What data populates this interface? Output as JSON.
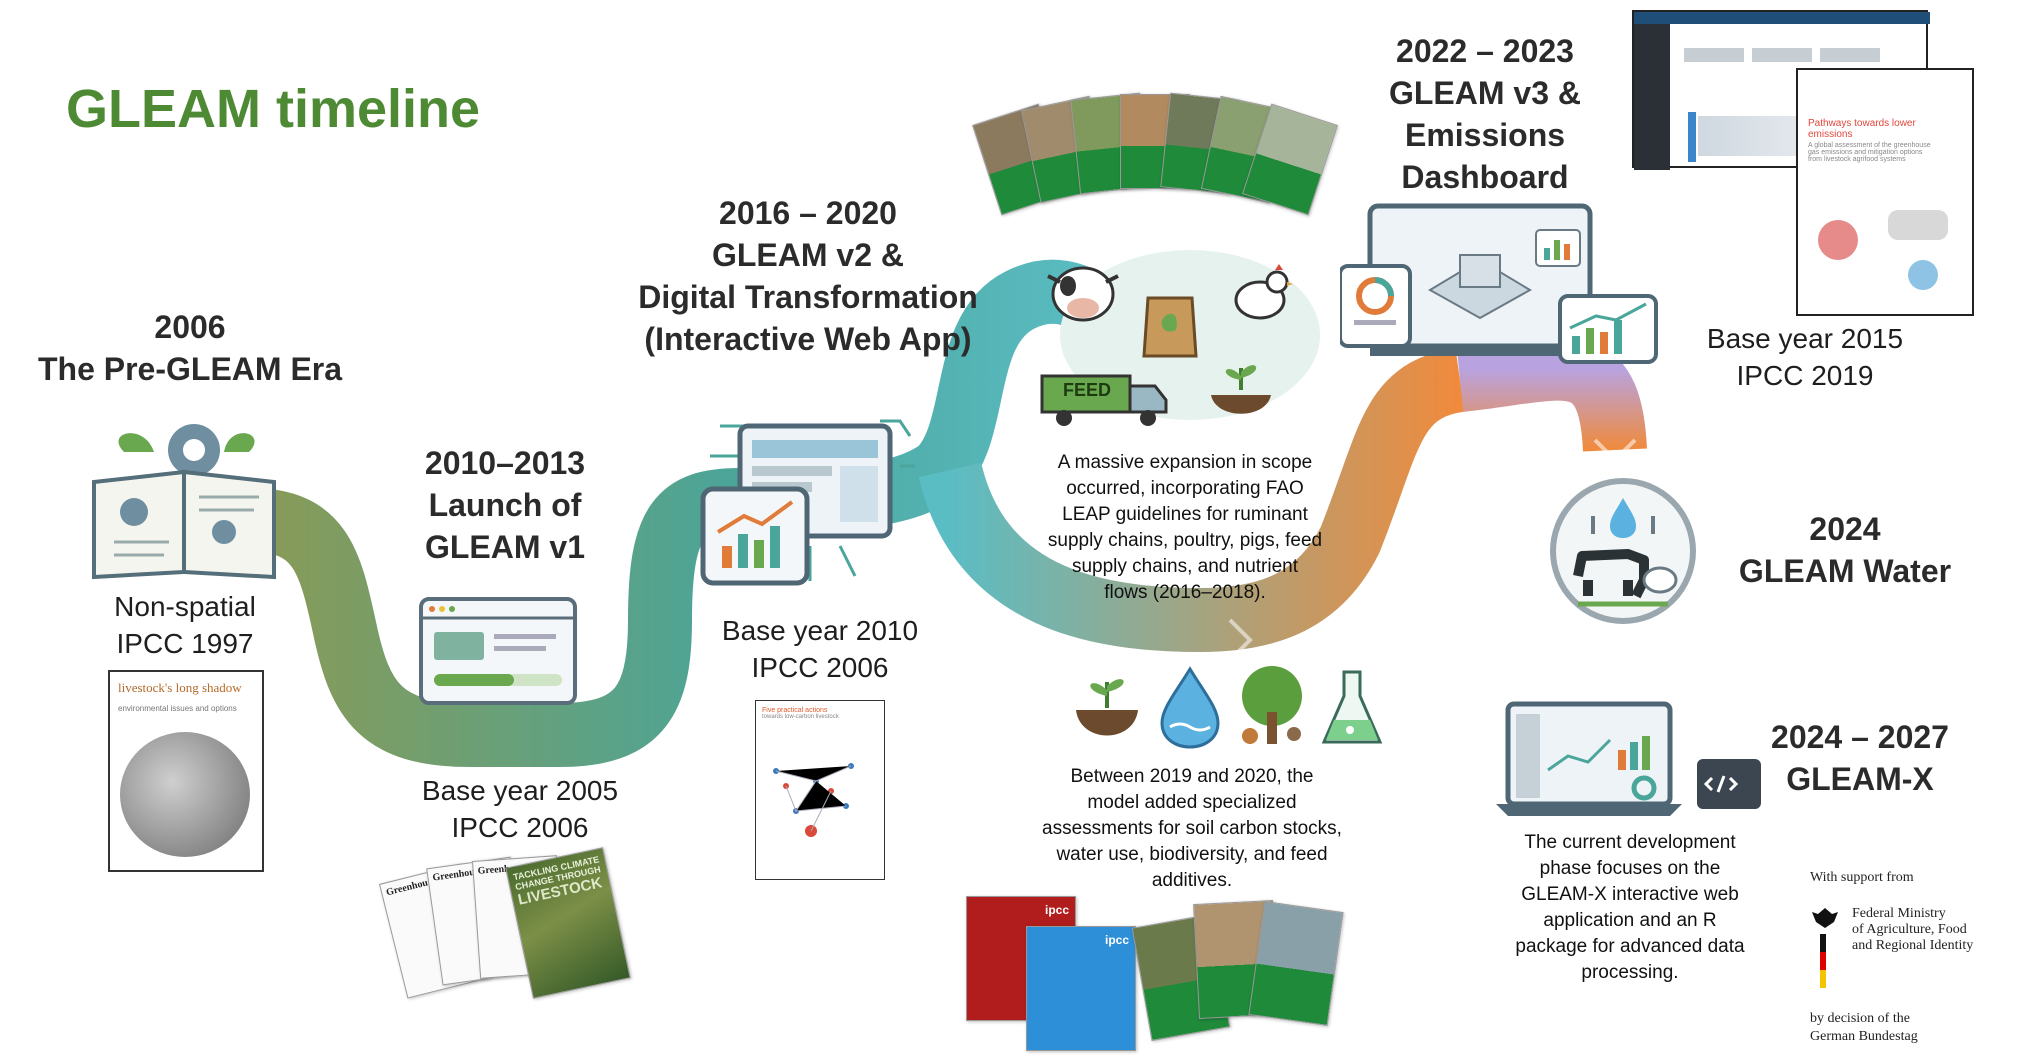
{
  "title": "GLEAM timeline",
  "milestones": {
    "m2006": {
      "heading": [
        "2006",
        "The Pre-GLEAM Era"
      ],
      "details": [
        "Non-spatial",
        "IPCC 1997"
      ]
    },
    "m2010": {
      "heading": [
        "2010–2013",
        "Launch of",
        "GLEAM v1"
      ],
      "details": [
        "Base year 2005",
        "IPCC 2006"
      ]
    },
    "m2016": {
      "heading": [
        "2016 – 2020",
        "GLEAM v2 &",
        "Digital Transformation",
        "(Interactive Web App)"
      ],
      "details": [
        "Base year 2010",
        "IPCC 2006"
      ]
    },
    "m2022": {
      "heading": [
        "2022 – 2023",
        "GLEAM v3 &",
        "Emissions",
        "Dashboard"
      ],
      "details": [
        "Base year 2015",
        "IPCC 2019"
      ]
    },
    "m2024w": {
      "heading": [
        "2024",
        "GLEAM Water"
      ]
    },
    "m2024x": {
      "heading": [
        "2024 – 2027",
        "GLEAM-X"
      ]
    }
  },
  "paragraphs": {
    "expansion": [
      "A massive expansion in scope",
      "occurred, incorporating FAO",
      "LEAP guidelines for ruminant",
      "supply chains, poultry, pigs, feed",
      "supply chains, and nutrient",
      "flows (2016–2018)."
    ],
    "assessments": [
      "Between 2019 and 2020, the",
      "model added specialized",
      "assessments for soil carbon stocks,",
      "water use, biodiversity, and feed",
      "additives."
    ],
    "current": [
      "The current development",
      "phase focuses on the",
      "GLEAM-X interactive web",
      "application and an R",
      "package for advanced data",
      "processing."
    ]
  },
  "feed_label": "FEED",
  "covers": {
    "shadow": [
      "livestock's long shadow",
      "environmental issues and options"
    ],
    "five_actions": [
      "Five practical actions",
      "towards low-carbon livestock"
    ],
    "pathways": [
      "Pathways towards lower emissions",
      "A global assessment of the greenhouse",
      "gas emissions and mitigation options",
      "from livestock agrifood systems"
    ],
    "greenhouse": [
      "Greenhouse",
      "Greenhouse",
      "Greenhouse"
    ],
    "climate": [
      "TACKLING CLIMATE",
      "CHANGE THROUGH",
      "LIVESTOCK"
    ],
    "ipcc": "ipcc"
  },
  "support": {
    "with_support": "With support from",
    "ministry": [
      "Federal Ministry",
      "of Agriculture, Food",
      "and Regional Identity"
    ],
    "decision": [
      "by decision of the",
      "German Bundestag"
    ]
  },
  "colors": {
    "title_green": "#4e8a34",
    "road_start": "#8a9a55",
    "road_mid": "#4aa59a",
    "road_teal": "#5bbdc4",
    "road_orange": "#f08a3c",
    "road_violet": "#b8a3e0",
    "road_blue": "#a1a8dc",
    "fao_green": "#1f8a3a"
  },
  "icons": [
    "gear-icon",
    "open-book-icon",
    "leaf-icon",
    "browser-window-icon",
    "laptop-chart-icon",
    "tablet-chart-icon",
    "cow-icon",
    "chicken-icon",
    "feed-bag-icon",
    "feed-truck-icon",
    "seedling-icon",
    "water-drop-icon",
    "tree-icon",
    "flask-icon",
    "farm-dashboard-icon",
    "water-livestock-icon",
    "code-screen-icon",
    "german-eagle-icon"
  ]
}
